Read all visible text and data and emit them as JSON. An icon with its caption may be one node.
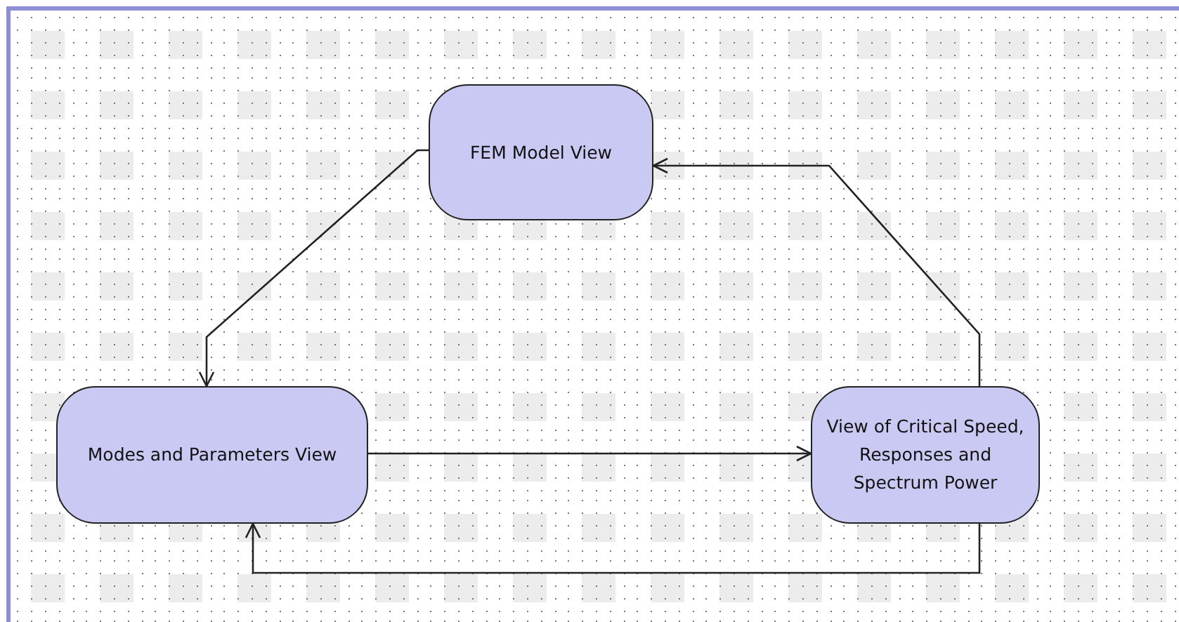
{
  "diagram": {
    "nodes": [
      {
        "text": [
          "FEM Model View"
        ]
      },
      {
        "text": [
          "Modes and Parameters View"
        ]
      },
      {
        "text": [
          "View of Critical Speed, Responses and Spectrum Power"
        ]
      }
    ],
    "edges": [
      {
        "from": 0,
        "to": 1,
        "arrow": "to"
      },
      {
        "from": 1,
        "to": 2,
        "arrow": "to"
      },
      {
        "from": 2,
        "to": 0,
        "arrow": "to"
      },
      {
        "from": 2,
        "to": 1,
        "arrow": "to"
      }
    ]
  }
}
